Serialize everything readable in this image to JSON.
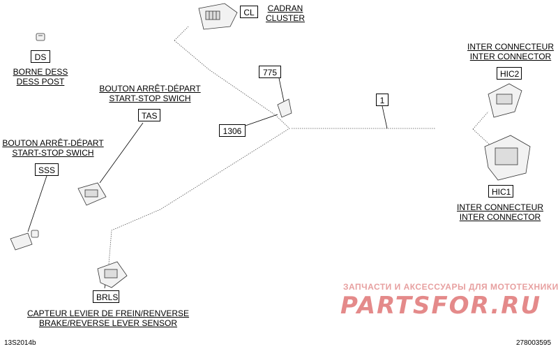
{
  "components": {
    "ds": {
      "code": "DS",
      "label_fr": "BORNE DESS",
      "label_en": "DESS POST"
    },
    "cl": {
      "code": "CL",
      "label_fr": "CADRAN",
      "label_en": "CLUSTER"
    },
    "tas": {
      "code": "TAS",
      "label_fr": "BOUTON ARRÊT-DÉPART",
      "label_en": "START-STOP SWICH"
    },
    "sss": {
      "code": "SSS",
      "label_fr": "BOUTON ARRÊT-DÉPART",
      "label_en": "START-STOP SWICH"
    },
    "hic2": {
      "code": "HIC2",
      "label_fr": "INTER CONNECTEUR",
      "label_en": "INTER CONNECTOR"
    },
    "hic1": {
      "code": "HIC1",
      "label_fr": "INTER CONNECTEUR",
      "label_en": "INTER CONNECTOR"
    },
    "brls": {
      "code": "BRLS",
      "label_fr": "CAPTEUR LEVIER DE FREIN/RENVERSE",
      "label_en": "BRAKE/REVERSE LEVER SENSOR"
    }
  },
  "callouts": {
    "p775": "775",
    "p1306": "1306",
    "p1": "1"
  },
  "footer": {
    "left_code": "13S2014b",
    "right_code": "278003595"
  },
  "watermark": {
    "tagline": "ЗАПЧАСТИ И АКСЕССУАРЫ ДЛЯ МОТОТЕХНИКИ",
    "logo": "PARTSFOR.RU"
  }
}
